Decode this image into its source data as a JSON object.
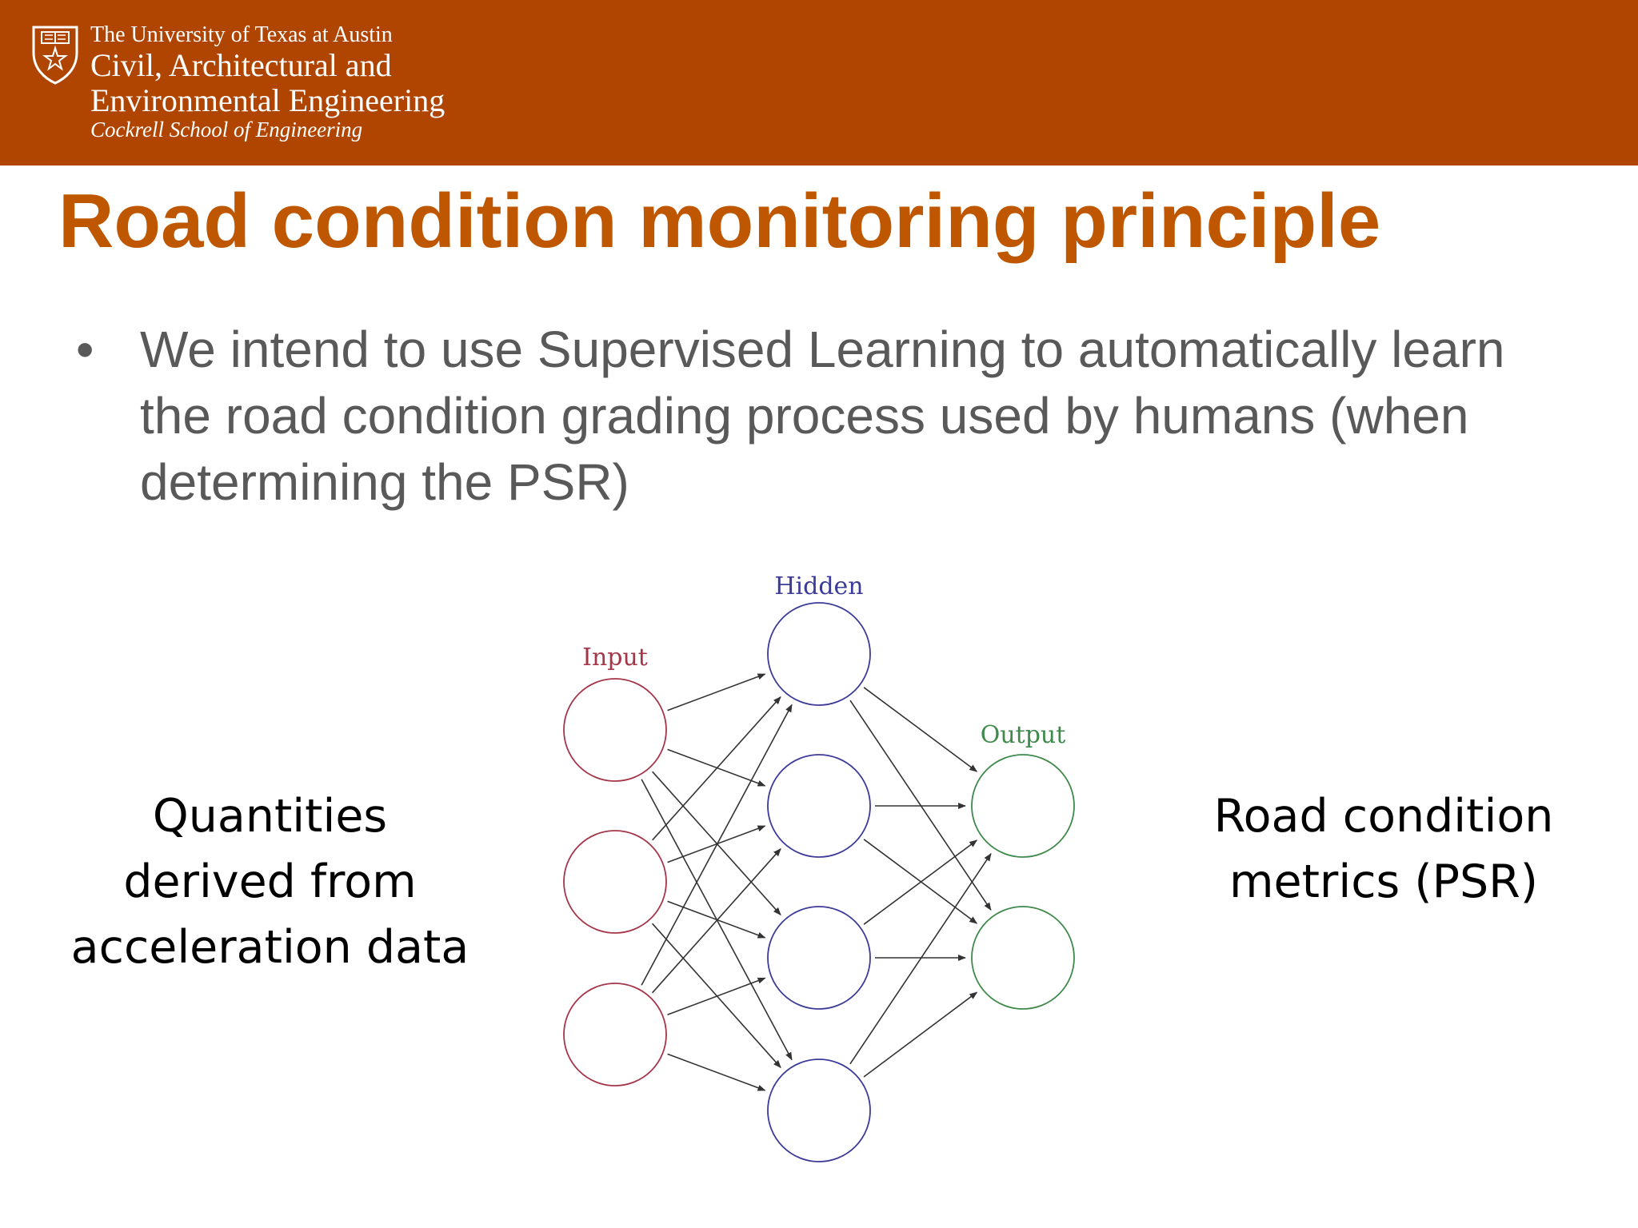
{
  "header": {
    "university": "The University of Texas at Austin",
    "department_line1": "Civil, Architectural and",
    "department_line2": "Environmental Engineering",
    "school": "Cockrell School of Engineering",
    "logo_icon": "ut-shield-icon"
  },
  "slide": {
    "title": "Road condition monitoring principle",
    "bullet_symbol": "•",
    "bullet_text": "We intend to use Supervised Learning to automatically learn the road condition grading process used by humans (when determining the PSR)"
  },
  "labels": {
    "left": [
      "Quantities",
      "derived from",
      "acceleration data"
    ],
    "right": [
      "Road condition",
      "metrics (PSR)"
    ]
  },
  "diagram": {
    "layers": [
      {
        "name": "Input",
        "nodes": 3,
        "color": "#a5364a"
      },
      {
        "name": "Hidden",
        "nodes": 4,
        "color": "#3b3b9a"
      },
      {
        "name": "Output",
        "nodes": 2,
        "color": "#3f8a4a"
      }
    ],
    "edge_color": "#333333",
    "fully_connected": true
  },
  "colors": {
    "header_bg": "#b04502",
    "title": "#bf5700",
    "body_text": "#595959"
  }
}
